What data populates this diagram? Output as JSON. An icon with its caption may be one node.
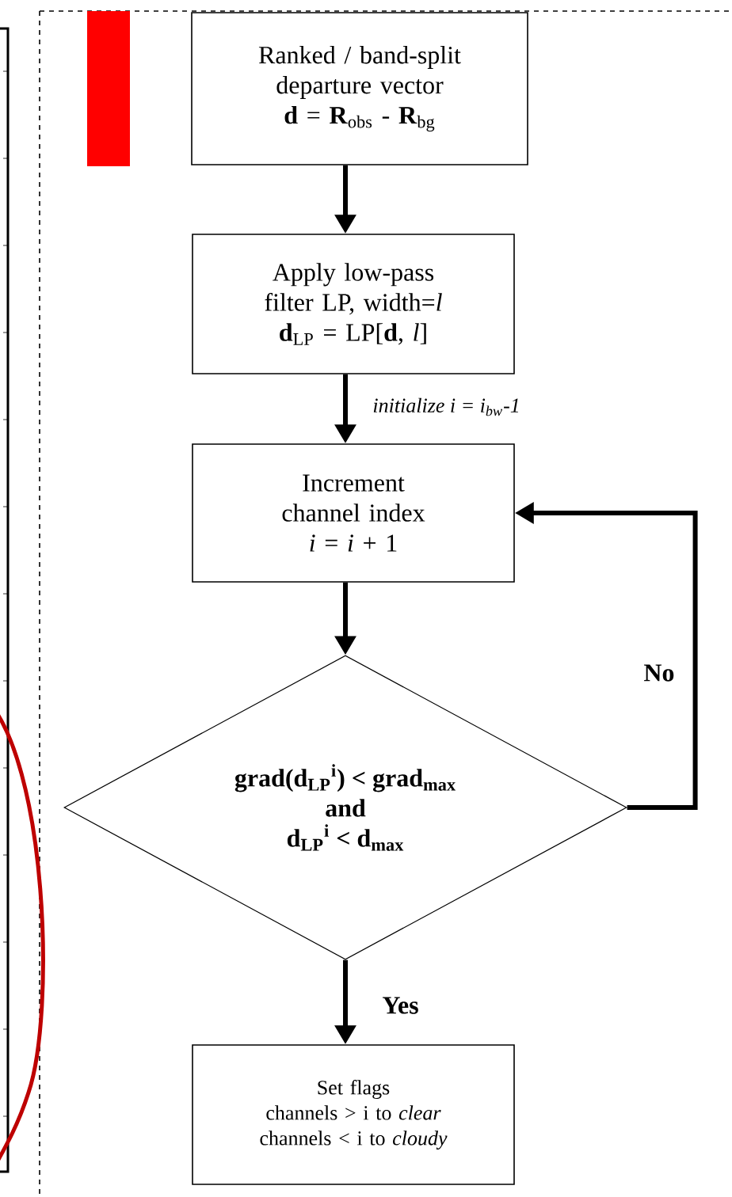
{
  "diagram": {
    "nodes": [
      {
        "text": [
          "Ranked / band-split departure vector",
          "**d** = **R**$_{obs}$ - **R**$_{bg}$"
        ]
      },
      {
        "text": [
          "Apply low-pass filter LP, width=*l*",
          "**d**$_{LP}$ = LP[**d**, *l*]"
        ]
      },
      {
        "text": [
          "Increment channel index",
          "*i* = *i* + 1"
        ]
      },
      {
        "text": [
          "grad(d$_{LP}$$^{i}$) < grad$_{max}$",
          "and",
          "d$_{LP}$$^{i}$ < d$_{max}$"
        ]
      },
      {
        "text": [
          "Set flags",
          "channels > i to *clear*",
          "channels < i to *cloudy*"
        ]
      }
    ],
    "edges": [
      {
        "from": 0,
        "to": 1,
        "arrow": "to"
      },
      {
        "from": 1,
        "to": 2,
        "arrow": "to",
        "label": "initialize i = i$_{bw}$-1"
      },
      {
        "from": 2,
        "to": 3,
        "arrow": "to"
      },
      {
        "from": 3,
        "to": 2,
        "arrow": "to",
        "label": "No"
      },
      {
        "from": 3,
        "to": 4,
        "arrow": "to",
        "label": "Yes"
      }
    ]
  }
}
